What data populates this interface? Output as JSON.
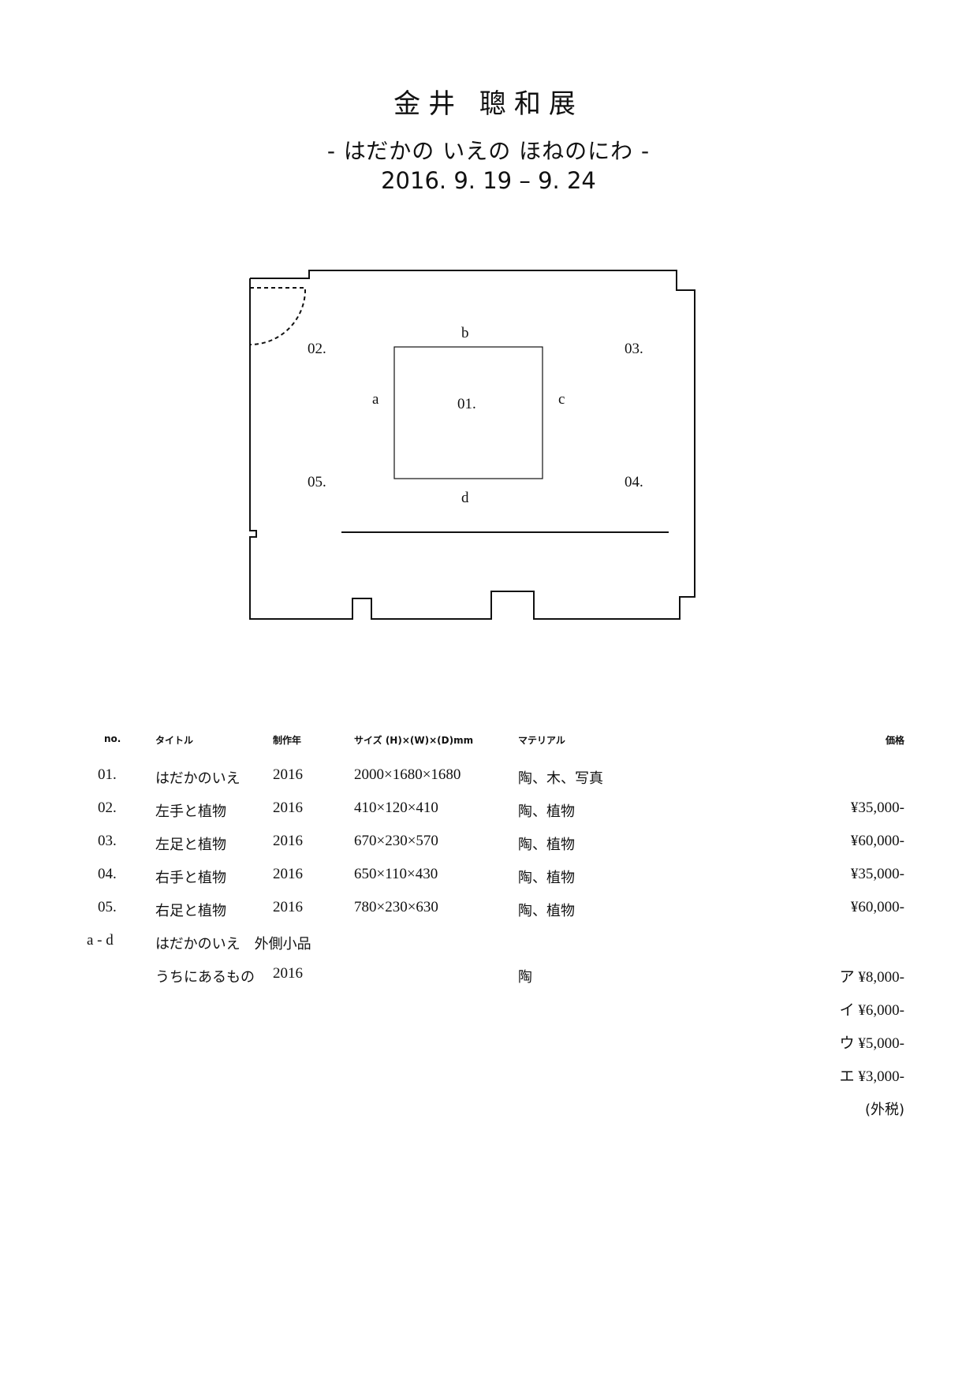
{
  "header": {
    "title": "金井 聰和展",
    "subtitle": "- はだかの いえの ほねのにわ -",
    "dates": "2016. 9. 19 – 9. 24"
  },
  "floorplan_labels": {
    "work_01": "01.",
    "work_02": "02.",
    "work_03": "03.",
    "work_04": "04.",
    "work_05": "05.",
    "side_a": "a",
    "side_b": "b",
    "side_c": "c",
    "side_d": "d"
  },
  "table": {
    "headers": {
      "no": "no.",
      "title": "タイトル",
      "year": "制作年",
      "size": "サイズ (H)×(W)×(D)mm",
      "material": "マテリアル",
      "price": "価格"
    },
    "rows": [
      {
        "no": "01.",
        "title": "はだかのいえ",
        "year": "2016",
        "size": "2000×1680×1680",
        "material": "陶、木、写真",
        "price": ""
      },
      {
        "no": "02.",
        "title": "左手と植物",
        "year": "2016",
        "size": "410×120×410",
        "material": "陶、植物",
        "price": "¥35,000-"
      },
      {
        "no": "03.",
        "title": "左足と植物",
        "year": "2016",
        "size": "670×230×570",
        "material": "陶、植物",
        "price": "¥60,000-"
      },
      {
        "no": "04.",
        "title": "右手と植物",
        "year": "2016",
        "size": "650×110×430",
        "material": "陶、植物",
        "price": "¥35,000-"
      },
      {
        "no": "05.",
        "title": "右足と植物",
        "year": "2016",
        "size": "780×230×630",
        "material": "陶、植物",
        "price": "¥60,000-"
      },
      {
        "no": "a - d",
        "title": "はだかのいえ　外側小品",
        "year": "",
        "size": "",
        "material": "",
        "price": ""
      },
      {
        "no": "",
        "title": "うちにあるもの",
        "year": "2016",
        "size": "",
        "material": "陶",
        "price": "ア ¥8,000-"
      }
    ],
    "extra_prices": [
      "イ ¥6,000-",
      "ウ ¥5,000-",
      "エ ¥3,000-"
    ],
    "tax_note": "(外税)"
  }
}
